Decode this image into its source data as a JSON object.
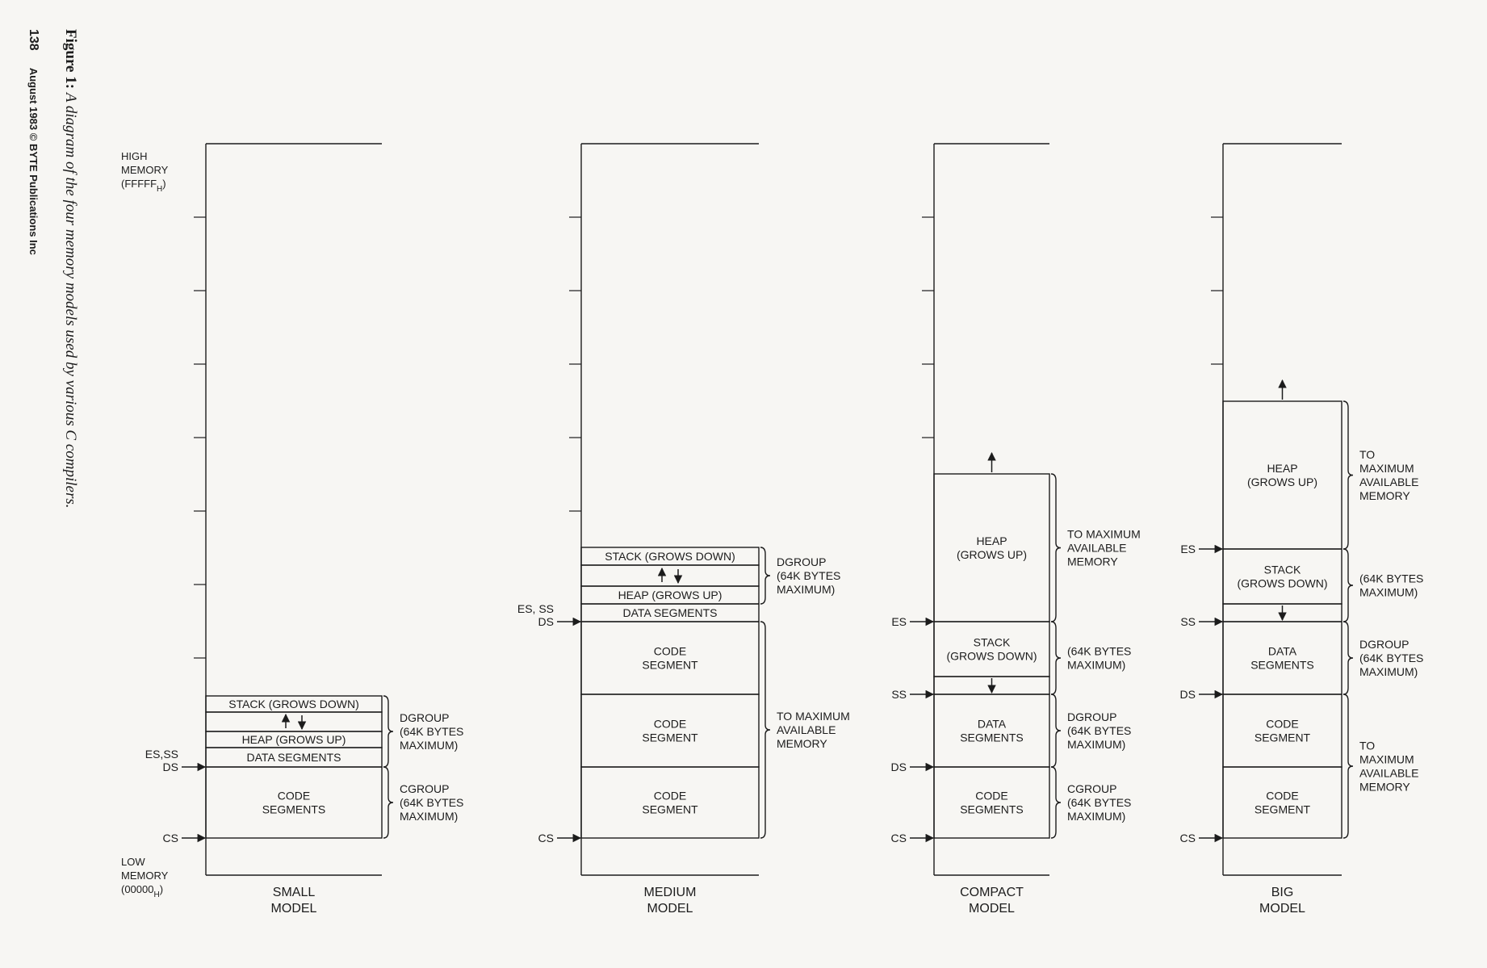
{
  "caption": {
    "figure": "Figure 1:",
    "text": "A diagram of the four memory models used by various C compilers."
  },
  "footer": {
    "page": "138",
    "credit": "August 1983 © BYTE Publications Inc"
  },
  "memory_labels": {
    "high": [
      "HIGH",
      "MEMORY",
      "(FFFFF",
      "H",
      ")"
    ],
    "low": [
      "LOW",
      "MEMORY",
      "(00000",
      "H",
      ")"
    ]
  },
  "models": [
    {
      "name": [
        "SMALL",
        "MODEL"
      ],
      "cells": [
        {
          "lines": [
            "STACK (GROWS DOWN)"
          ]
        },
        {
          "lines": [],
          "arrows": "both"
        },
        {
          "lines": [
            "HEAP (GROWS UP)"
          ]
        },
        {
          "lines": [
            "DATA SEGMENTS"
          ]
        },
        {
          "lines": [
            "CODE",
            "SEGMENTS"
          ]
        }
      ],
      "pointers": [
        {
          "lines": [
            "ES,SS",
            "DS"
          ]
        },
        {
          "lines": [
            "CS"
          ]
        }
      ],
      "braces": [
        {
          "lines": [
            "DGROUP",
            "(64K BYTES",
            "MAXIMUM)"
          ]
        },
        {
          "lines": [
            "CGROUP",
            "(64K BYTES",
            "MAXIMUM)"
          ]
        }
      ]
    },
    {
      "name": [
        "MEDIUM",
        "MODEL"
      ],
      "cells": [
        {
          "lines": [
            "STACK (GROWS DOWN)"
          ]
        },
        {
          "lines": [],
          "arrows": "both"
        },
        {
          "lines": [
            "HEAP (GROWS UP)"
          ]
        },
        {
          "lines": [
            "DATA SEGMENTS"
          ]
        },
        {
          "lines": [
            "CODE",
            "SEGMENT"
          ]
        },
        {
          "lines": [
            "CODE",
            "SEGMENT"
          ]
        },
        {
          "lines": [
            "CODE",
            "SEGMENT"
          ]
        }
      ],
      "pointers": [
        {
          "lines": [
            "ES, SS",
            "DS"
          ]
        },
        {
          "lines": [
            "CS"
          ]
        }
      ],
      "braces": [
        {
          "lines": [
            "DGROUP",
            "(64K BYTES",
            "MAXIMUM)"
          ]
        },
        {
          "lines": [
            "TO MAXIMUM",
            "AVAILABLE",
            "MEMORY"
          ]
        }
      ]
    },
    {
      "name": [
        "COMPACT",
        "MODEL"
      ],
      "cells": [
        {
          "lines": [
            "HEAP",
            "(GROWS UP)"
          ]
        },
        {
          "lines": [
            "STACK",
            "(GROWS DOWN)"
          ]
        },
        {
          "lines": []
        },
        {
          "lines": [
            "DATA",
            "SEGMENTS"
          ]
        },
        {
          "lines": [
            "CODE",
            "SEGMENTS"
          ]
        }
      ],
      "pointers": [
        {
          "lines": [
            "ES"
          ]
        },
        {
          "lines": [
            "SS"
          ]
        },
        {
          "lines": [
            "DS"
          ]
        },
        {
          "lines": [
            "CS"
          ]
        }
      ],
      "braces": [
        {
          "lines": [
            "TO MAXIMUM",
            "AVAILABLE",
            "MEMORY"
          ]
        },
        {
          "lines": [
            "(64K BYTES",
            "MAXIMUM)"
          ]
        },
        {
          "lines": [
            "DGROUP",
            "(64K BYTES",
            "MAXIMUM)"
          ]
        },
        {
          "lines": [
            "CGROUP",
            "(64K BYTES",
            "MAXIMUM)"
          ]
        }
      ]
    },
    {
      "name": [
        "BIG",
        "MODEL"
      ],
      "cells": [
        {
          "lines": [
            "HEAP",
            "(GROWS UP)"
          ]
        },
        {
          "lines": [
            "STACK",
            "(GROWS DOWN)"
          ]
        },
        {
          "lines": []
        },
        {
          "lines": [
            "DATA",
            "SEGMENTS"
          ]
        },
        {
          "lines": [
            "CODE",
            "SEGMENT"
          ]
        },
        {
          "lines": [
            "CODE",
            "SEGMENT"
          ]
        }
      ],
      "pointers": [
        {
          "lines": [
            "ES"
          ]
        },
        {
          "lines": [
            "SS"
          ]
        },
        {
          "lines": [
            "DS"
          ]
        },
        {
          "lines": [
            "CS"
          ]
        }
      ],
      "braces": [
        {
          "lines": [
            "TO",
            "MAXIMUM",
            "AVAILABLE",
            "MEMORY"
          ]
        },
        {
          "lines": [
            "(64K BYTES",
            "MAXIMUM)"
          ]
        },
        {
          "lines": [
            "DGROUP",
            "(64K BYTES",
            "MAXIMUM)"
          ]
        },
        {
          "lines": [
            "TO",
            "MAXIMUM",
            "AVAILABLE",
            "MEMORY"
          ]
        }
      ]
    }
  ]
}
